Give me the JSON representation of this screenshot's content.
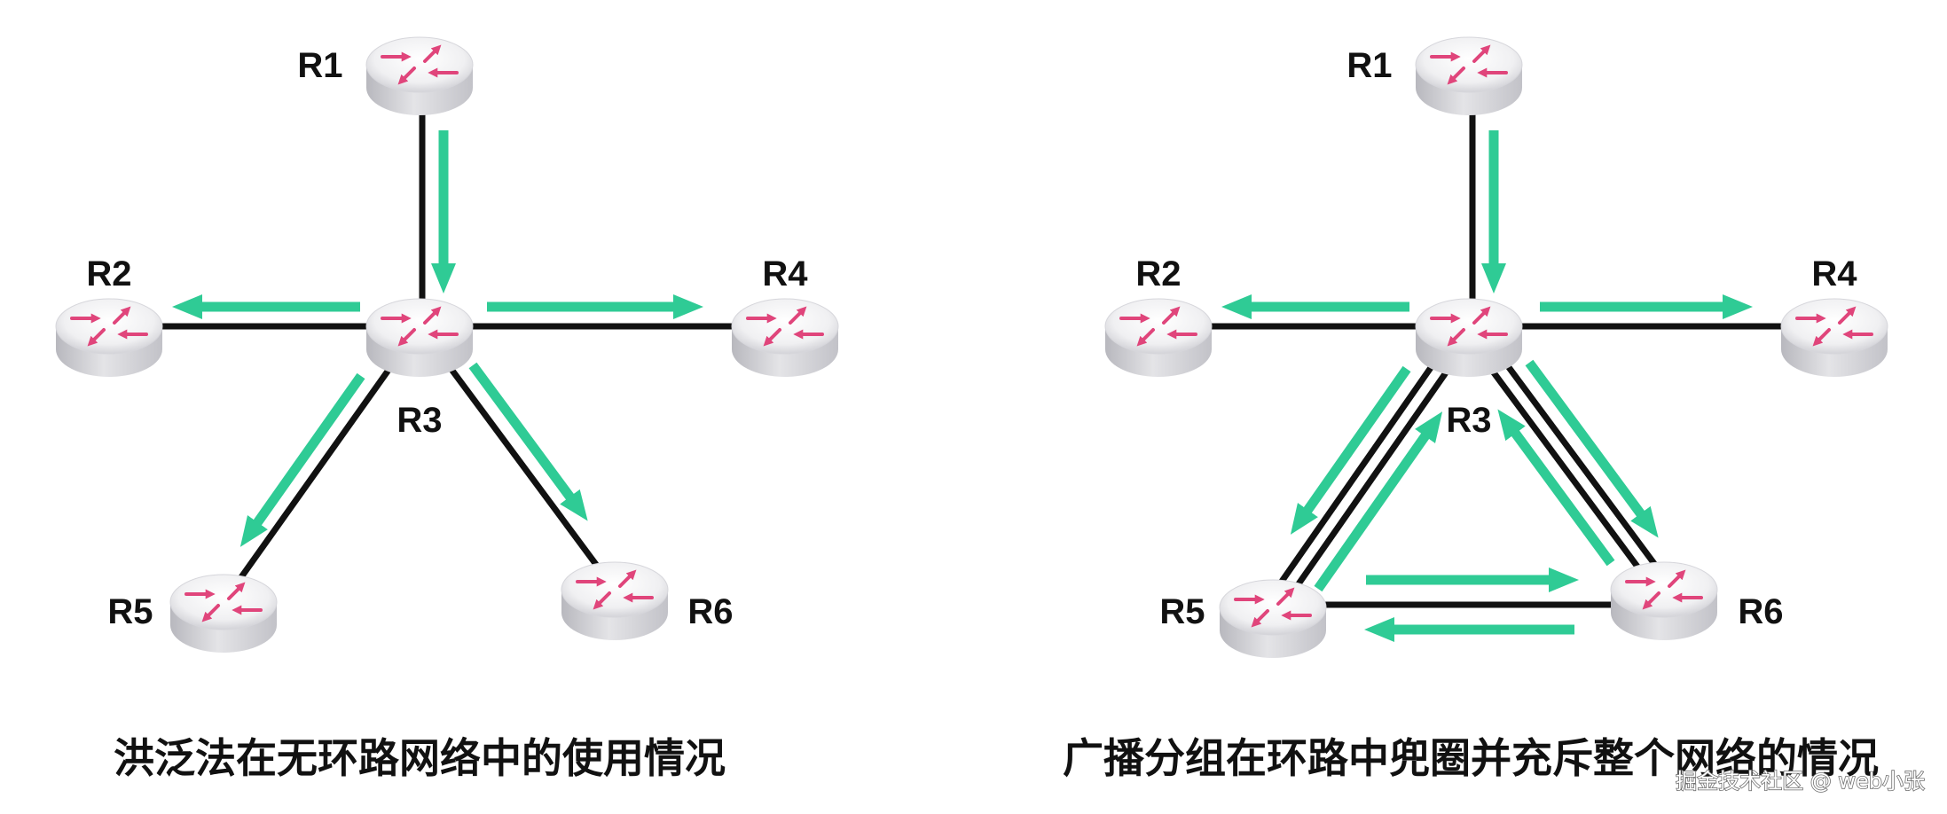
{
  "left_diagram": {
    "routers": {
      "r1": "R1",
      "r2": "R2",
      "r3": "R3",
      "r4": "R4",
      "r5": "R5",
      "r6": "R6"
    },
    "caption": "洪泛法在无环路网络中的使用情况"
  },
  "right_diagram": {
    "routers": {
      "r1": "R1",
      "r2": "R2",
      "r3": "R3",
      "r4": "R4",
      "r5": "R5",
      "r6": "R6"
    },
    "caption": "广播分组在环路中兜圈并充斥整个网络的情况"
  },
  "watermark": "掘金技术社区 @ web小张",
  "colors": {
    "flood_arrow": "#2fcb95",
    "link": "#111111",
    "router_arrow": "#e0457b"
  }
}
